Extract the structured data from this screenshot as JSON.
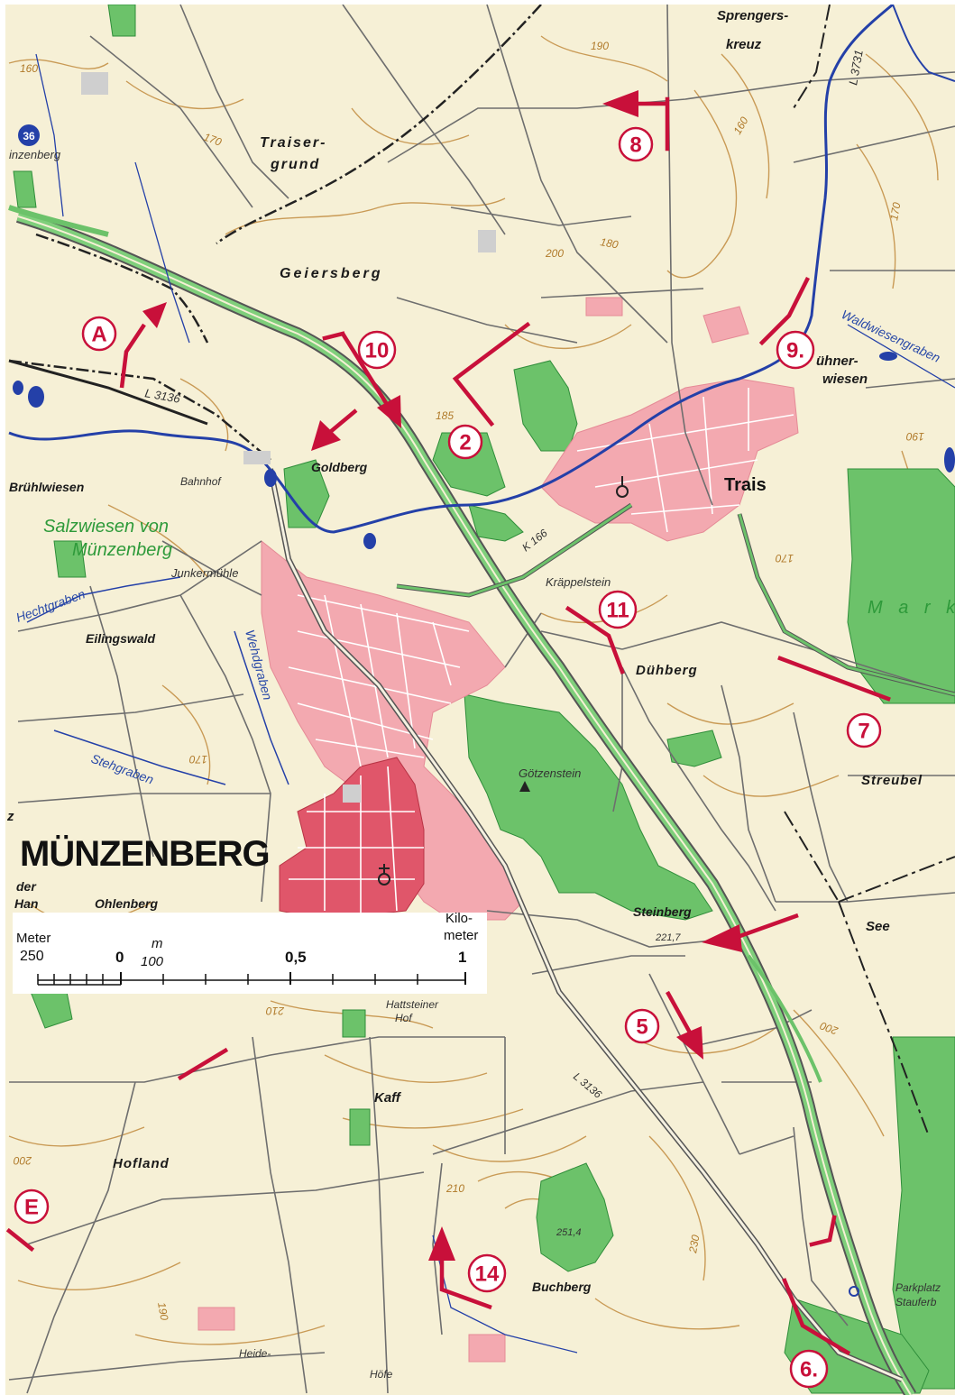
{
  "labels": {
    "sprengerskreuz_1": "Sprengers-",
    "sprengerskreuz_2": "kreuz",
    "l3731": "L 3731",
    "traisergrund_1": "Traiser-",
    "traisergrund_2": "grund",
    "inzenberg": "inzenberg",
    "geiersberg": "Geiersberg",
    "l3136_top": "L 3136",
    "goldberg": "Goldberg",
    "bruehlwiesen": "Brühlwiesen",
    "bahnhof": "Bahnhof",
    "salzwiesen_1": "Salzwiesen von",
    "salzwiesen_2": "Münzenberg",
    "junkermuehle": "Junkermühle",
    "hechtgraben": "Hechtgraben",
    "eilingswald": "Eilingswald",
    "wehdgraben": "Wehdgraben",
    "stehgraben": "Stehgraben",
    "trais": "Trais",
    "k166": "K 166",
    "kraeppelstein": "Kräppelstein",
    "duehberg": "Dühberg",
    "huehnerwiesen_1": "ühner-",
    "huehnerwiesen_2": "wiesen",
    "waldwiesengraben": "Waldwiesengraben",
    "goetzenstein": "Götzenstein",
    "streubel": "Streubel",
    "muenzenberg": "MÜNZENBERG",
    "der_han_1": "der",
    "der_han_2": "Han",
    "ohlenberg": "Ohlenberg",
    "steinberg": "Steinberg",
    "steinberg_height": "221,7",
    "see": "See",
    "hattsteiner_1": "Hattsteiner",
    "hattsteiner_2": "Hof",
    "kaff": "Kaff",
    "l3136_bottom": "L 3136",
    "hofland": "Hofland",
    "buchberg": "Buchberg",
    "buchberg_height": "251,4",
    "heide_1": "Heide-",
    "heide_2": "Höfe",
    "parkplatz_1": "Parkplatz",
    "parkplatz_2": "Stauferb",
    "mark": "M a r k",
    "z_left": "z",
    "road_36": "36"
  },
  "contours": [
    "160",
    "190",
    "170",
    "180",
    "160",
    "170",
    "185",
    "190",
    "170",
    "170",
    "210",
    "200",
    "200",
    "210",
    "230",
    "190",
    "200"
  ],
  "markers": [
    {
      "id": "A",
      "label": "A"
    },
    {
      "id": "2",
      "label": "2"
    },
    {
      "id": "5",
      "label": "5"
    },
    {
      "id": "6",
      "label": "6."
    },
    {
      "id": "7",
      "label": "7"
    },
    {
      "id": "8",
      "label": "8"
    },
    {
      "id": "9",
      "label": "9."
    },
    {
      "id": "10",
      "label": "10"
    },
    {
      "id": "11",
      "label": "11"
    },
    {
      "id": "14",
      "label": "14"
    },
    {
      "id": "E",
      "label": "E"
    }
  ],
  "scale": {
    "left_unit_1": "Meter",
    "left_value": "250",
    "zero": "0",
    "m_unit": "m",
    "hundred": "100",
    "half": "0,5",
    "one": "1",
    "km_1": "Kilo-",
    "km_2": "meter"
  },
  "colors": {
    "paper": "#f6f0d6",
    "forest": "#6cc26a",
    "settlement": "#f3a9b0",
    "old_town": "#e0566a",
    "route": "#c8103a",
    "water": "#2440a8",
    "road": "#7c7c7c",
    "contour": "#c99a55"
  }
}
